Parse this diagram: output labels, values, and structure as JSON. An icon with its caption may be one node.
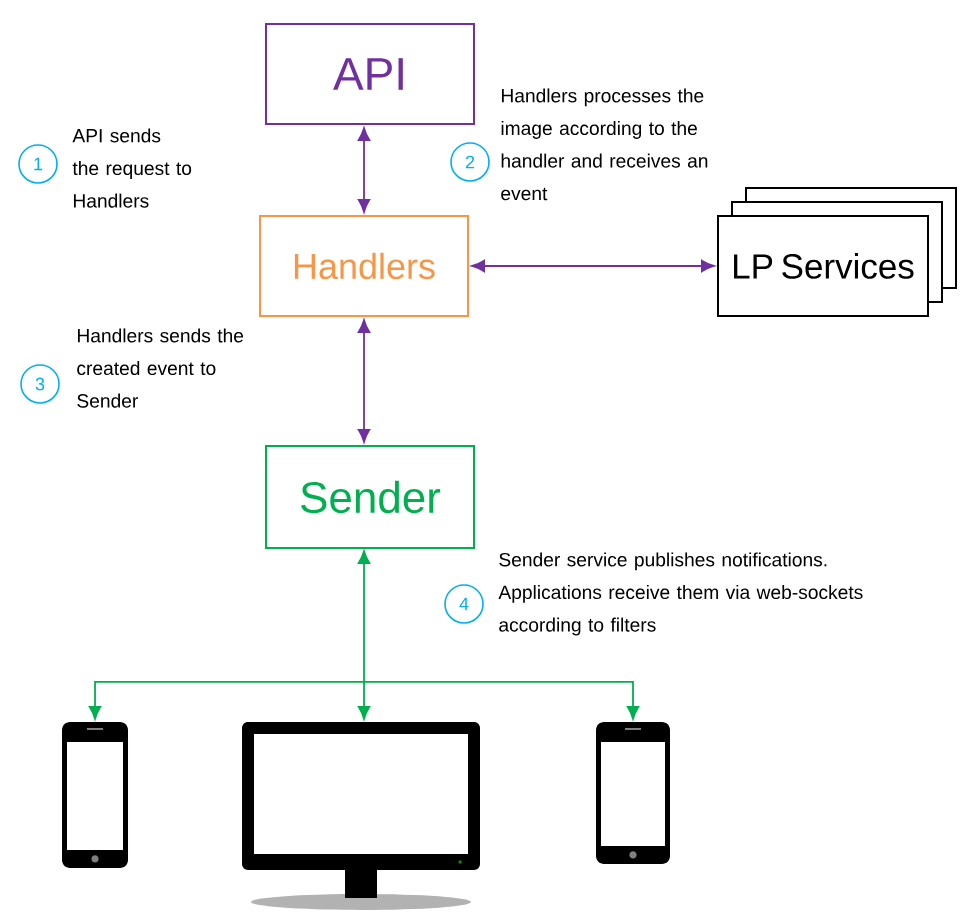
{
  "diagram": {
    "nodes": [
      {
        "text": [
          "API"
        ]
      },
      {
        "text": [
          "Handlers"
        ]
      },
      {
        "text": [
          "LP Services"
        ]
      },
      {
        "text": [
          "Sender"
        ]
      },
      {
        "text": [
          "1"
        ],
        "beside": [
          "API sends the request to Handlers"
        ]
      },
      {
        "text": [
          "2"
        ],
        "beside": [
          "Handlers processes the image according to the handler and receives an event"
        ]
      },
      {
        "text": [
          "3"
        ],
        "beside": [
          "Handlers sends the created event to Sender"
        ]
      },
      {
        "text": [
          "4"
        ],
        "beside": [
          "Sender service publishes notifications. Applications receive them via web-sockets according to filters"
        ]
      },
      {
        "text": [],
        "shape": "phone"
      },
      {
        "text": [],
        "shape": "monitor"
      },
      {
        "text": [],
        "shape": "phone"
      }
    ],
    "edges": [
      {
        "from": 0,
        "to": 1,
        "arrow": "both",
        "color": "#7030a0"
      },
      {
        "from": 1,
        "to": 2,
        "arrow": "both",
        "color": "#7030a0"
      },
      {
        "from": 1,
        "to": 3,
        "arrow": "both",
        "color": "#7030a0"
      },
      {
        "from": 3,
        "to": 8,
        "arrow": "both",
        "color": "#00b050"
      },
      {
        "from": 3,
        "to": 9,
        "arrow": "both",
        "color": "#00b050"
      },
      {
        "from": 3,
        "to": 10,
        "arrow": "both",
        "color": "#00b050"
      }
    ]
  }
}
